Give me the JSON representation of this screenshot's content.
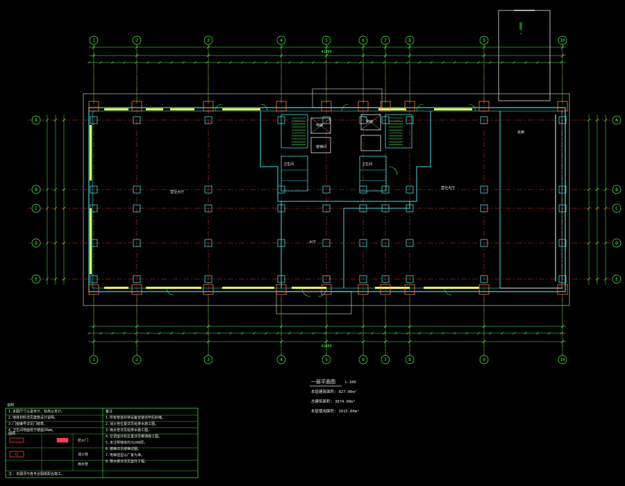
{
  "axes_x": [
    "1",
    "2",
    "3",
    "4",
    "5",
    "6",
    "7",
    "8",
    "9",
    "10"
  ],
  "axes_y": [
    "A",
    "B",
    "C",
    "D",
    "E"
  ],
  "top_dims_overall": "41800",
  "bottom_dims_overall": "41800",
  "room_labels": {
    "left_hall": "营业大厅",
    "right_hall": "营业大厅",
    "center_room": "大厅",
    "elevator_1": "电梯",
    "elevator_2": "电梯",
    "stair_label": "楼梯间",
    "toilet_1": "卫生间",
    "toilet_2": "卫生间",
    "corridor": "走廊"
  },
  "plan_title": "一层平面图",
  "plan_scale": "1:100",
  "area_info": [
    "本层建筑面积: 827.00m²",
    "总建筑面积: 3874.00m²",
    "本层使用面积: 1015.00m²"
  ],
  "legend": {
    "header": "说明",
    "notes_left": [
      "1.本图尺寸以毫米计，标高以米计。",
      "2.墙体材料详见建筑设计说明。",
      "3.门窗编号详见门窗表。",
      "4.卫生间地面低于楼面20mm。"
    ],
    "notes_right": [
      "备注",
      "1.所有管道井待设备安装完毕后封堵。",
      "2.消火栓位置详见给排水施工图。",
      "3.雨水管详见给排水施工图。",
      "4.空调室外机位置详见暖通施工图。",
      "5.未注明墙体均为200厚。",
      "6.楼梯详见楼梯详图。",
      "7.电梯选型以厂家为准。",
      "8.散水做法详见室外工程。"
    ],
    "symbols": [
      "图例",
      "防火门",
      "消火栓",
      "雨水管"
    ],
    "footer": "注: 本图须与各专业图纸配合施工。"
  }
}
